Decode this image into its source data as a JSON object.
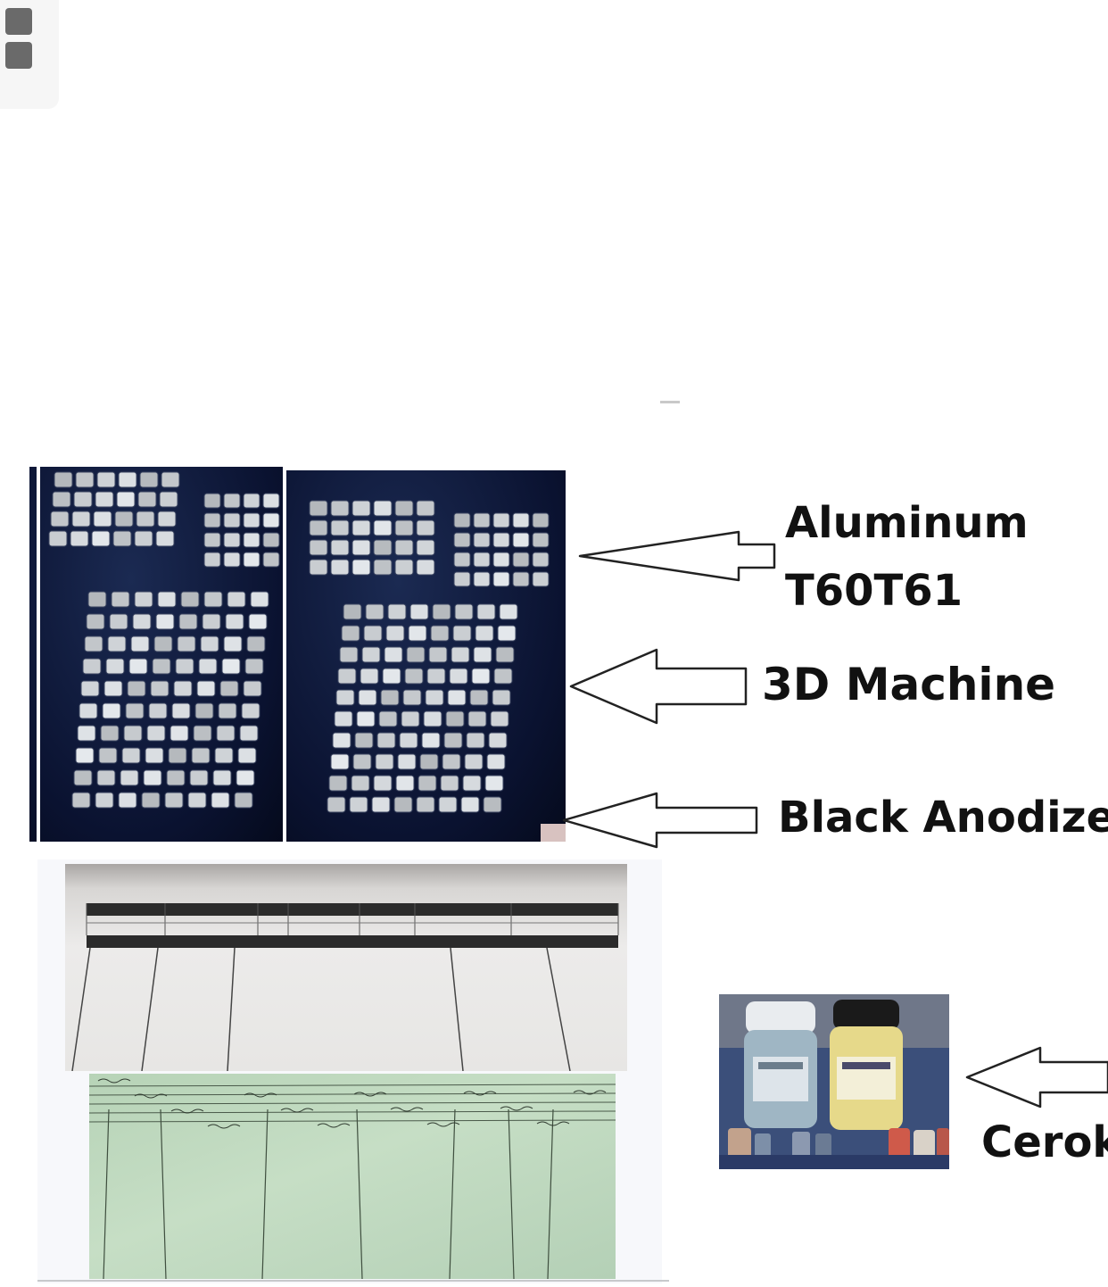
{
  "labels": {
    "aluminum_line1": "Aluminum",
    "aluminum_line2": "T60T61",
    "machine": "3D Machine",
    "anodize": "Black Anodize",
    "cerakote_partial": "Cerok"
  },
  "icons": {
    "gallery_toggle": "grid-icon",
    "arrow": "arrow-left-icon"
  },
  "colors": {
    "tray_background": "#0d1733",
    "part_silver": "#cfd3d8",
    "form_paper": "#e8e6e3",
    "form_green": "#bcd6ba",
    "text": "#111111"
  }
}
